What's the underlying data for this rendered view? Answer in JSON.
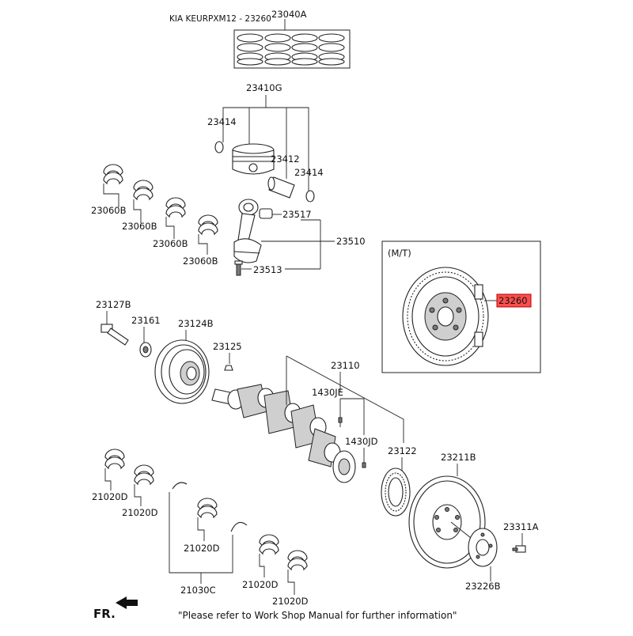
{
  "header": {
    "title": "KIA KEURPXM12 - 23260"
  },
  "box": {
    "label": "(M/T)"
  },
  "parts": {
    "p23040A": "23040A",
    "p23410G": "23410G",
    "p23414a": "23414",
    "p23412": "23412",
    "p23414b": "23414",
    "p23060B_1": "23060B",
    "p23060B_2": "23060B",
    "p23060B_3": "23060B",
    "p23060B_4": "23060B",
    "p23517": "23517",
    "p23510": "23510",
    "p23513": "23513",
    "p23260": "23260",
    "p23127B": "23127B",
    "p23161": "23161",
    "p23124B": "23124B",
    "p23125": "23125",
    "p23110": "23110",
    "p1430JE": "1430JE",
    "p1430JD": "1430JD",
    "p23122": "23122",
    "p23211B": "23211B",
    "p23311A": "23311A",
    "p23226B": "23226B",
    "p21020D_1": "21020D",
    "p21020D_2": "21020D",
    "p21020D_3": "21020D",
    "p21030C": "21030C",
    "p21020D_4": "21020D",
    "p21020D_5": "21020D"
  },
  "footer": {
    "direction": "FR.",
    "note": "\"Please refer to Work Shop Manual for further information\""
  },
  "highlight_color": "#ff4d4d"
}
